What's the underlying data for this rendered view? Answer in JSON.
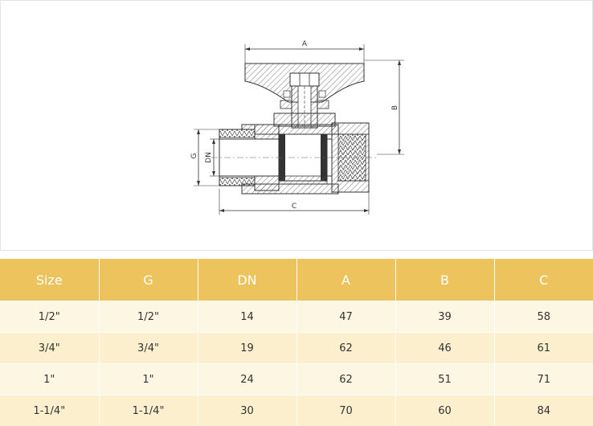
{
  "drawing": {
    "dim_a": "A",
    "dim_b": "B",
    "dim_c": "C",
    "dim_g": "G",
    "dim_dn": "DN"
  },
  "table": {
    "headers": [
      "Size",
      "G",
      "DN",
      "A",
      "B",
      "C"
    ],
    "rows": [
      [
        "1/2\"",
        "1/2\"",
        "14",
        "47",
        "39",
        "58"
      ],
      [
        "3/4\"",
        "3/4\"",
        "19",
        "62",
        "46",
        "61"
      ],
      [
        "1\"",
        "1\"",
        "24",
        "62",
        "51",
        "71"
      ],
      [
        "1-1/4\"",
        "1-1/4\"",
        "30",
        "70",
        "60",
        "84"
      ]
    ]
  },
  "colors": {
    "header_bg": "#ecc35c",
    "row_odd": "#fdf6e3",
    "row_even": "#fbefce"
  }
}
